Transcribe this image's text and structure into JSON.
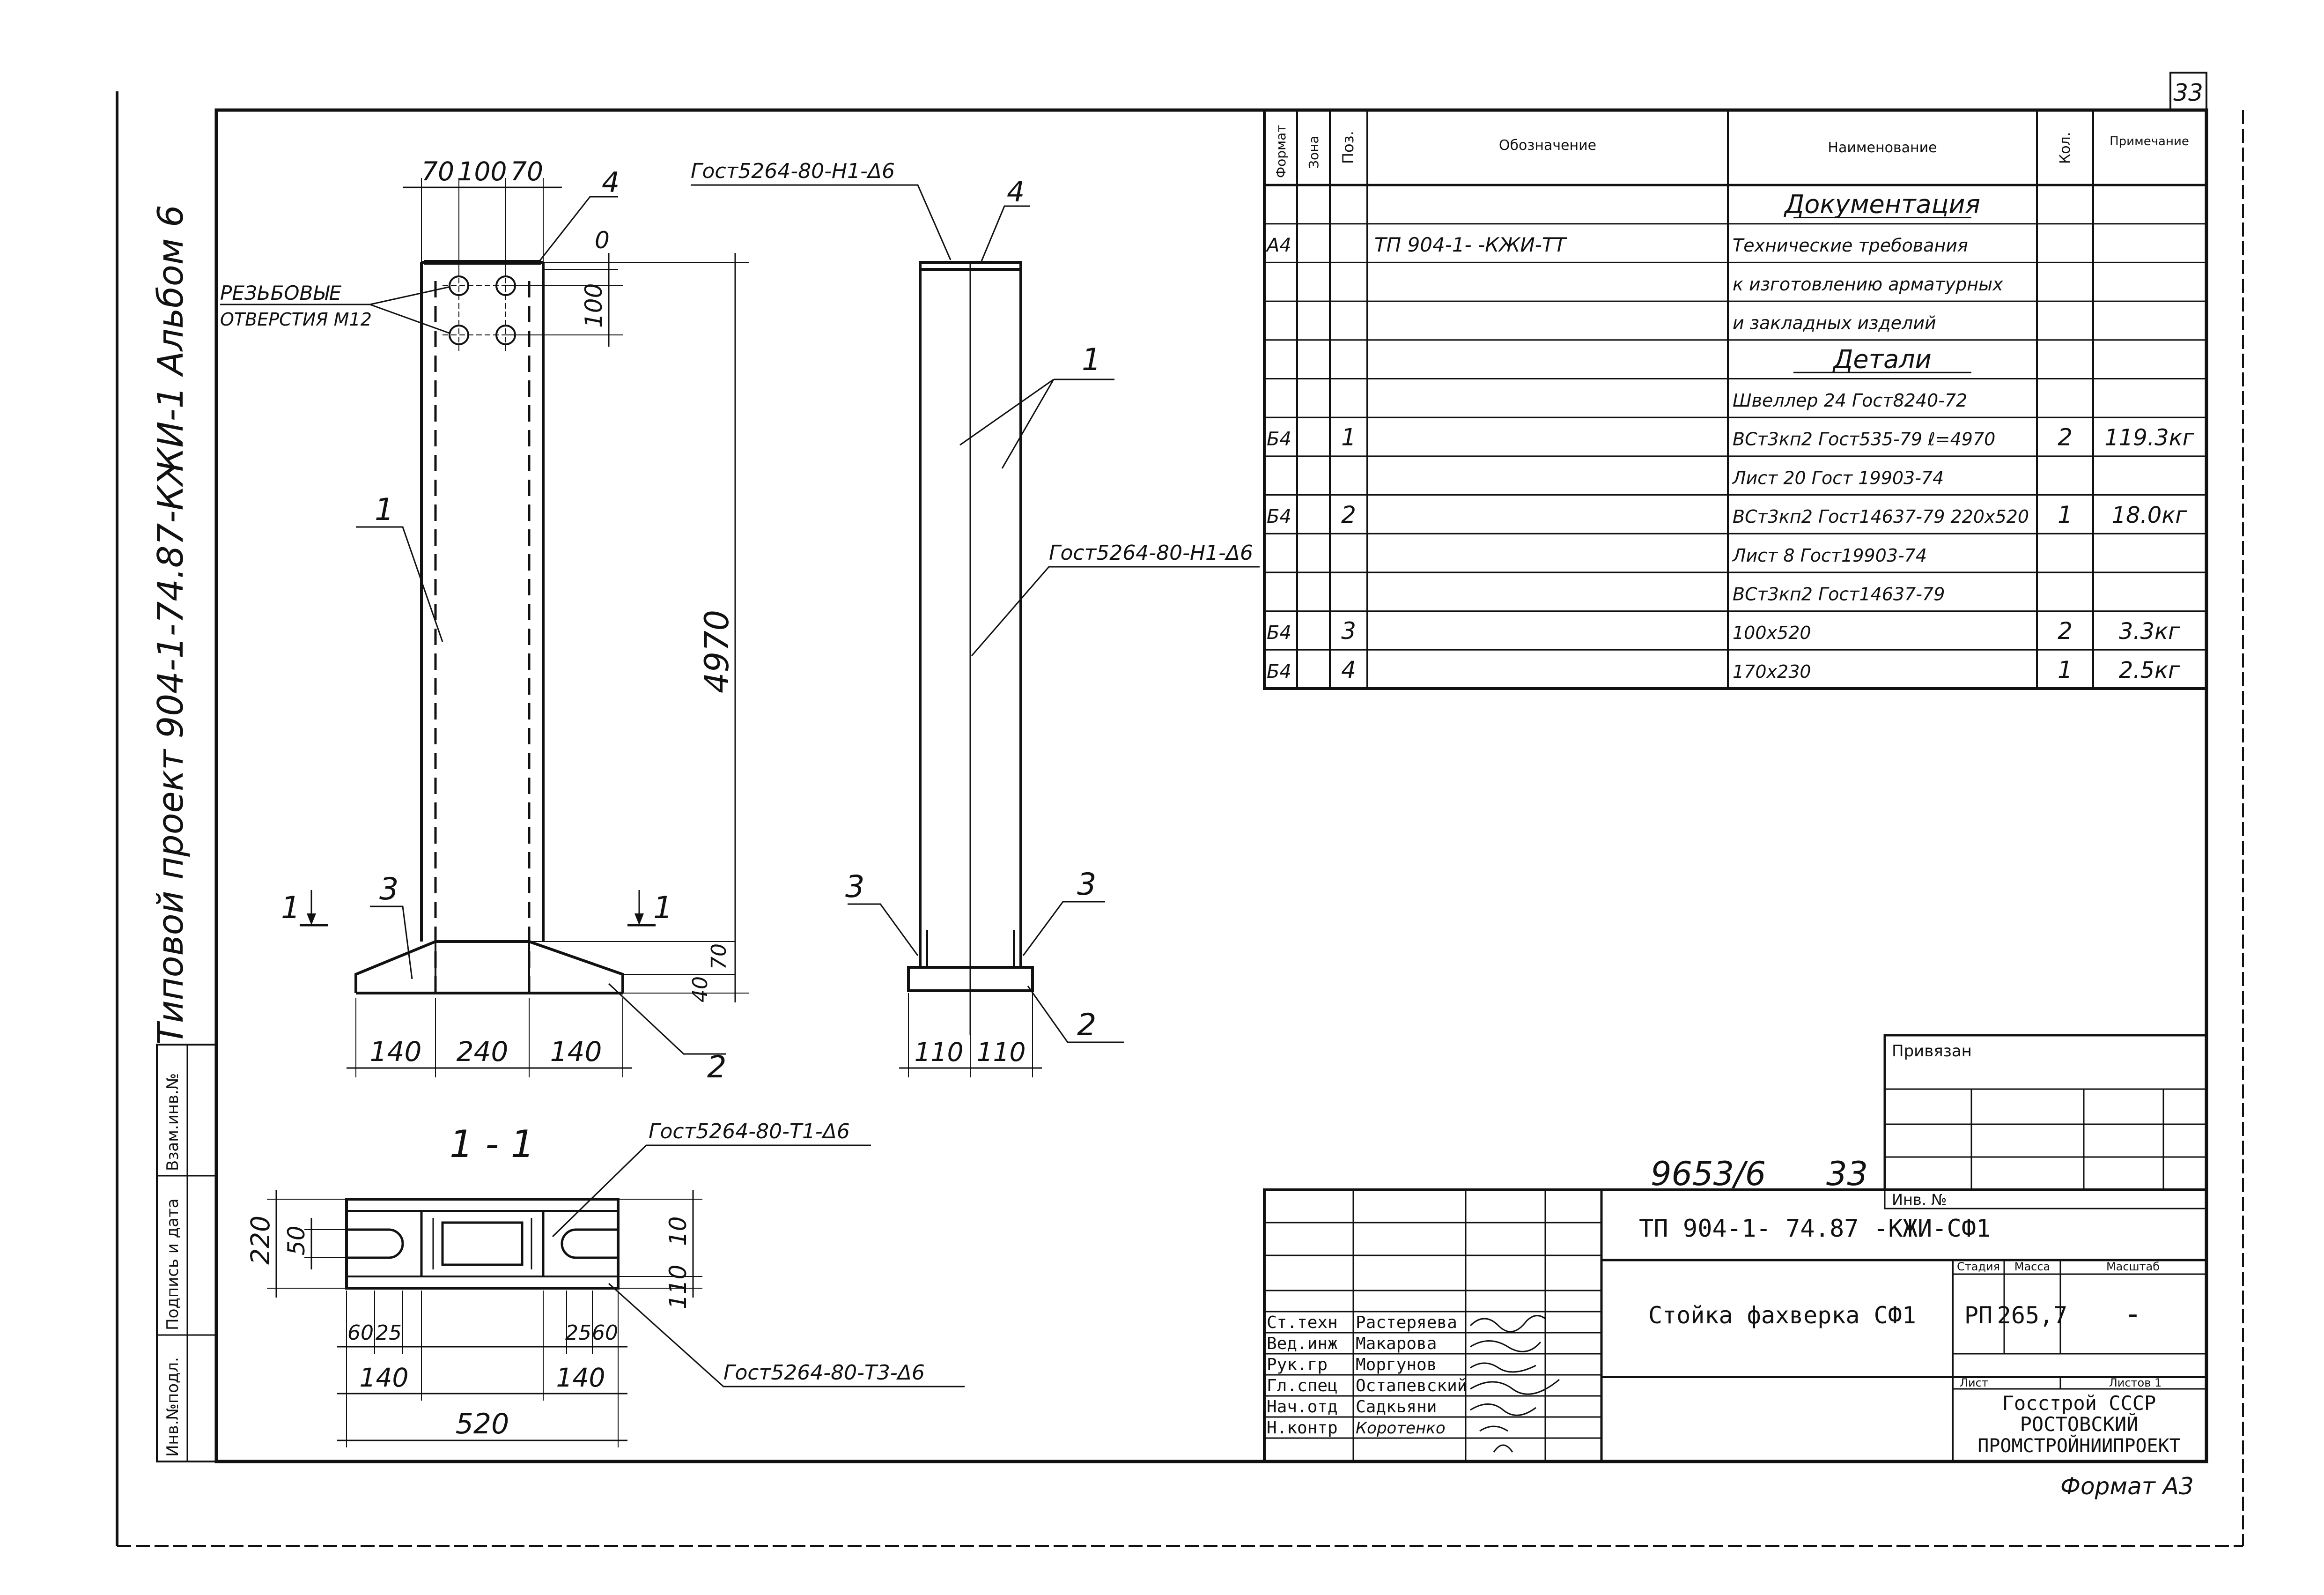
{
  "sheet_number": "33",
  "side_title": "Типовой проект 904-1-74.87-КЖИ-1 Альбом 6",
  "side_stamp_labels": [
    "Инв.№подл.",
    "Подпись и дата",
    "Взам.инв.№"
  ],
  "front_view": {
    "top_dims": [
      "70",
      "100",
      "70"
    ],
    "bolt_note": [
      "РЕЗЬБОВЫЕ",
      "ОТВЕРСТИЯ М12"
    ],
    "hole_dims": [
      "0",
      "100"
    ],
    "height_dim": "4970",
    "base_dims": [
      "140",
      "240",
      "140"
    ],
    "base_heights": [
      "70",
      "40"
    ],
    "section_marks": [
      "1",
      "1"
    ],
    "positions": [
      "1",
      "3",
      "4",
      "2"
    ]
  },
  "side_view": {
    "weld_top": "Гост5264-80-Н1-Δ6",
    "weld_mid": "Гост5264-80-Н1-Δ6",
    "base_dims": [
      "110",
      "110"
    ],
    "positions": [
      "4",
      "1",
      "3",
      "3",
      "2"
    ]
  },
  "section_view": {
    "title": "1 - 1",
    "weld_top": "Гост5264-80-Т1-Δ6",
    "weld_bottom": "Гост5264-80-Т3-Δ6",
    "left_dims": [
      "220",
      "50"
    ],
    "right_dims": [
      "10",
      "110"
    ],
    "bottom_dims_small": [
      "60",
      "25",
      "25",
      "60"
    ],
    "bottom_dims_mid": [
      "140",
      "140"
    ],
    "bottom_total": "520"
  },
  "spec_table": {
    "headers": [
      "Формат",
      "Зона",
      "Поз.",
      "Обозначение",
      "Наименование",
      "Кол.",
      "Примечание"
    ],
    "rows": [
      {
        "fmt": "",
        "pos": "",
        "des": "",
        "name": "Документация",
        "qty": "",
        "note": ""
      },
      {
        "fmt": "А4",
        "pos": "",
        "des": "ТП 904-1-    -КЖИ-ТТ",
        "name": "Технические требования",
        "qty": "",
        "note": ""
      },
      {
        "fmt": "",
        "pos": "",
        "des": "",
        "name": "к изготовлению арматурных",
        "qty": "",
        "note": ""
      },
      {
        "fmt": "",
        "pos": "",
        "des": "",
        "name": "и закладных изделий",
        "qty": "",
        "note": ""
      },
      {
        "fmt": "",
        "pos": "",
        "des": "",
        "name": "Детали",
        "qty": "",
        "note": ""
      },
      {
        "fmt": "",
        "pos": "",
        "des": "",
        "name": "Швеллер 24 Гост8240-72",
        "qty": "",
        "note": ""
      },
      {
        "fmt": "Б4",
        "pos": "1",
        "des": "",
        "name": "ВСт3кп2 Гост535-79  ℓ=4970",
        "qty": "2",
        "note": "119.3кг"
      },
      {
        "fmt": "",
        "pos": "",
        "des": "",
        "name": "Лист 20 Гост 19903-74",
        "qty": "",
        "note": ""
      },
      {
        "fmt": "Б4",
        "pos": "2",
        "des": "",
        "name": "ВСт3кп2 Гост14637-79  220х520",
        "qty": "1",
        "note": "18.0кг"
      },
      {
        "fmt": "",
        "pos": "",
        "des": "",
        "name": "Лист 8 Гост19903-74",
        "qty": "",
        "note": ""
      },
      {
        "fmt": "",
        "pos": "",
        "des": "",
        "name": "ВСт3кп2 Гост14637-79",
        "qty": "",
        "note": ""
      },
      {
        "fmt": "Б4",
        "pos": "3",
        "des": "",
        "name": "100х520",
        "qty": "2",
        "note": "3.3кг"
      },
      {
        "fmt": "Б4",
        "pos": "4",
        "des": "",
        "name": "170х230",
        "qty": "1",
        "note": "2.5кг"
      }
    ]
  },
  "binding_box": {
    "label": "Привязан"
  },
  "inv": {
    "number": "9653/6",
    "sheet": "33",
    "label": "Инв. №"
  },
  "title_block": {
    "code": "ТП 904-1- 74.87 -КЖИ-СФ1",
    "name": "Стойка фахверка СФ1",
    "stage_label": "Стадия",
    "mass_label": "Масса",
    "scale_label": "Масштаб",
    "stage": "РП",
    "mass": "265,7",
    "scale": "-",
    "sheet_label": "Лист",
    "sheets_label": "Листов 1",
    "org": [
      "Госстрой СССР",
      "РОСТОВСКИЙ",
      "ПРОМСТРОЙНИИПРОЕКТ"
    ],
    "roles": [
      "Ст.техн",
      "Вед.инж",
      "Рук.гр",
      "Гл.спец",
      "Нач.отд",
      "Н.контр"
    ],
    "people": [
      "Растеряева",
      "Макарова",
      "Моргунов",
      "Остапевский",
      "Садкьяни",
      "Коротенко"
    ]
  },
  "format": "Формат А3"
}
